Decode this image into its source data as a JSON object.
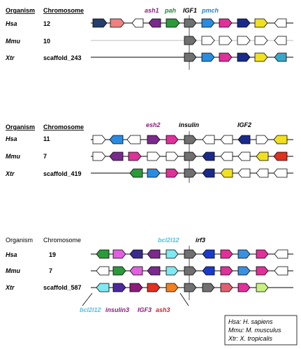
{
  "panels": [
    {
      "headers": {
        "organism": "Organism",
        "chromosome": "Chromosome",
        "underlined": true
      },
      "rows": [
        {
          "org": "Hsa",
          "chr": "12"
        },
        {
          "org": "Mmu",
          "chr": "10"
        },
        {
          "org": "Xtr",
          "chr": "scaffold_243"
        }
      ],
      "gene_labels": [
        {
          "text": "ash1",
          "color": "#8B1C7A"
        },
        {
          "text": "pah",
          "color": "#1A8A2A"
        },
        {
          "text": "IGF1",
          "color": "#000000"
        },
        {
          "text": "pmch",
          "color": "#2A80C8"
        }
      ]
    },
    {
      "headers": {
        "organism": "Organism",
        "chromosome": "Chromosome",
        "underlined": true
      },
      "rows": [
        {
          "org": "Hsa",
          "chr": "11"
        },
        {
          "org": "Mmu",
          "chr": "7"
        },
        {
          "org": "Xtr",
          "chr": "scaffold_419"
        }
      ],
      "gene_labels": [
        {
          "text": "esh2",
          "color": "#8B1C7A"
        },
        {
          "text": "insulin",
          "color": "#000000"
        },
        {
          "text": "IGF2",
          "color": "#000000"
        }
      ]
    },
    {
      "headers": {
        "organism": "Organism",
        "chromosome": "Chromosome",
        "underlined": false
      },
      "rows": [
        {
          "org": "Hsa",
          "chr": "19"
        },
        {
          "org": "Mmu",
          "chr": "7"
        },
        {
          "org": "Xtr",
          "chr": "scaffold_587"
        }
      ],
      "gene_labels": [
        {
          "text": "bcl2l12",
          "color": "#4FC3E0"
        },
        {
          "text": "irf3",
          "color": "#000000"
        }
      ],
      "bottom_labels": [
        {
          "text": "bcl2l12",
          "color": "#4FC3E0"
        },
        {
          "text": "insulin3",
          "color": "#8B1C7A"
        },
        {
          "text": "IGF3",
          "color": "#8B1C7A"
        },
        {
          "text": "ash3",
          "color": "#D02030"
        }
      ]
    }
  ],
  "legend": [
    "Hsa: H. sapiens",
    "Mmu: M. musculus",
    "Xtr: X. tropicalis"
  ],
  "colors": {
    "navy": "#243E6E",
    "salmon": "#F08080",
    "white": "#FFFFFF",
    "purple": "#7A2A8C",
    "green": "#2A9A3A",
    "gray": "#707070",
    "blue": "#2A8CE0",
    "pink": "#E0309A",
    "darkblue": "#1A2A8C",
    "yellow": "#F0E020",
    "teal": "#3AA6C8",
    "cyan": "#7FE8F0",
    "red": "#E03020",
    "orange": "#F08020",
    "lightgreen": "#C8F080"
  }
}
